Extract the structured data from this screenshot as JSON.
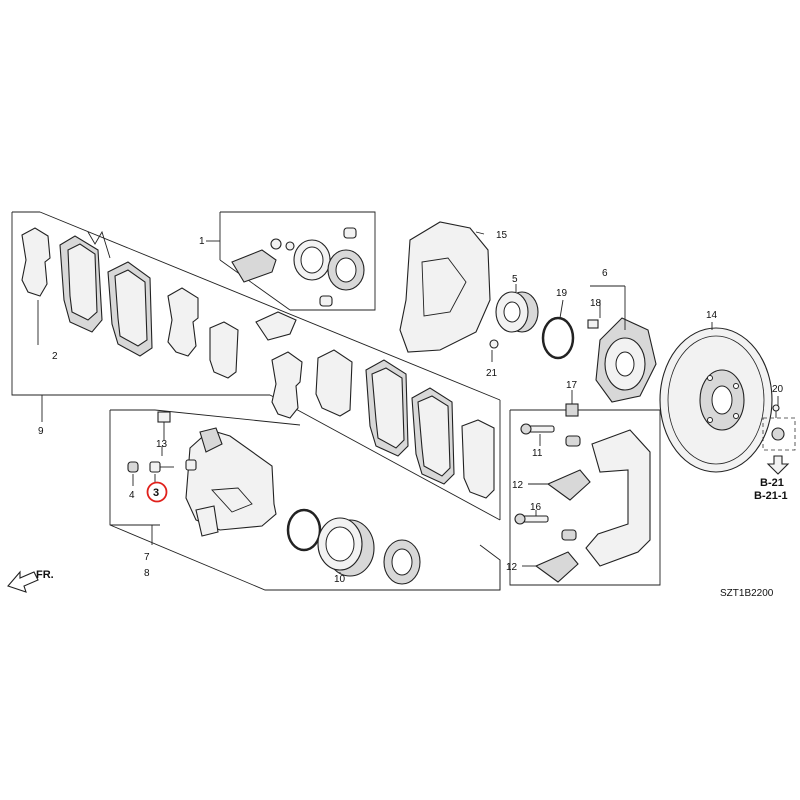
{
  "diagram": {
    "code": "SZT1B2200",
    "direction_label": "FR.",
    "reference_labels": [
      "B-21",
      "B-21-1"
    ],
    "highlight_color": "#e0201b",
    "highlighted_part": "3",
    "callouts": {
      "c1": "1",
      "c2": "2",
      "c3": "3",
      "c4": "4",
      "c5": "5",
      "c6": "6",
      "c7": "7",
      "c8": "8",
      "c9": "9",
      "c10": "10",
      "c11": "11",
      "c12a": "12",
      "c12b": "12",
      "c13": "13",
      "c14": "14",
      "c15": "15",
      "c16": "16",
      "c17": "17",
      "c18": "18",
      "c19": "19",
      "c20": "20",
      "c21": "21"
    }
  }
}
